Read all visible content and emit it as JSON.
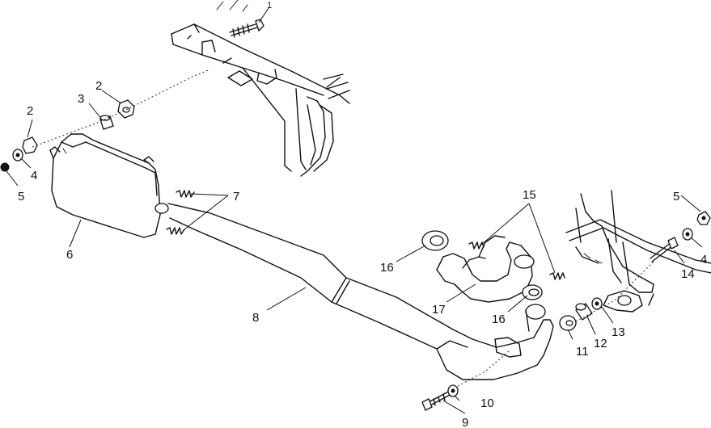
{
  "callouts": [
    {
      "id": "c1",
      "text": "1"
    },
    {
      "id": "c2a",
      "text": "2"
    },
    {
      "id": "c2b",
      "text": "2"
    },
    {
      "id": "c3",
      "text": "3"
    },
    {
      "id": "c4a",
      "text": "4"
    },
    {
      "id": "c4b",
      "text": "4"
    },
    {
      "id": "c5a",
      "text": "5"
    },
    {
      "id": "c5b",
      "text": "5"
    },
    {
      "id": "c6",
      "text": "6"
    },
    {
      "id": "c7",
      "text": "7"
    },
    {
      "id": "c8",
      "text": "8"
    },
    {
      "id": "c9",
      "text": "9"
    },
    {
      "id": "c10",
      "text": "10"
    },
    {
      "id": "c11",
      "text": "11"
    },
    {
      "id": "c12",
      "text": "12"
    },
    {
      "id": "c13",
      "text": "13"
    },
    {
      "id": "c14",
      "text": "14"
    },
    {
      "id": "c15",
      "text": "15"
    },
    {
      "id": "c16a",
      "text": "16"
    },
    {
      "id": "c16b",
      "text": "16"
    },
    {
      "id": "c17",
      "text": "17"
    }
  ]
}
